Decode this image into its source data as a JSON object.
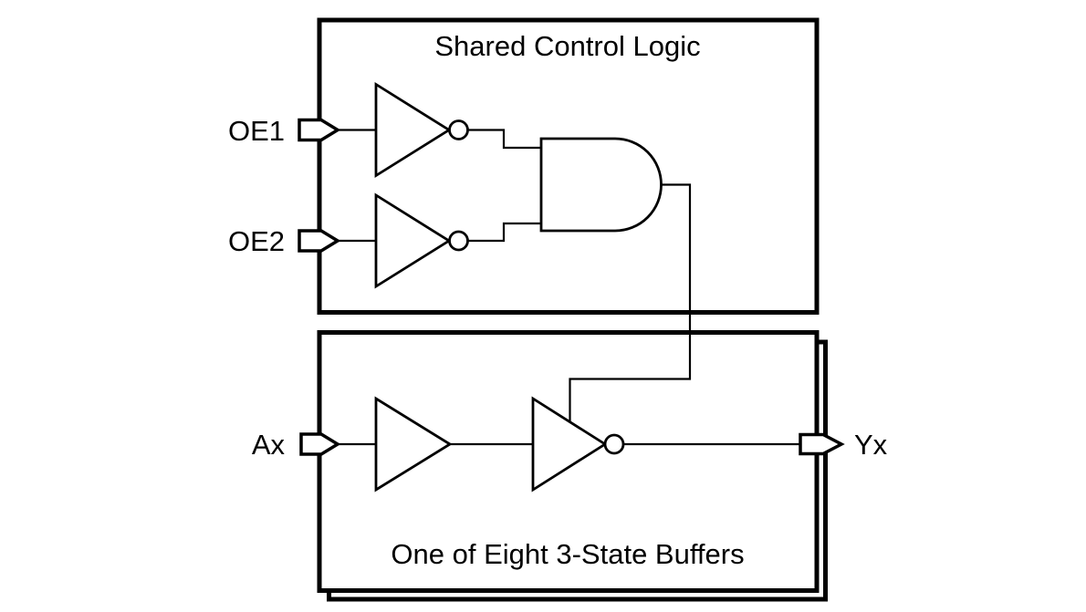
{
  "colors": {
    "line": "#000000",
    "background": "#ffffff"
  },
  "blocks": {
    "control": {
      "title": "Shared Control Logic",
      "inputs": {
        "oe1": "OE1",
        "oe2": "OE2"
      },
      "components": [
        "inverter",
        "inverter",
        "and-gate"
      ]
    },
    "buffer": {
      "title": "One of Eight 3-State Buffers",
      "input": "Ax",
      "output": "Yx",
      "components": [
        "buffer",
        "inverted-output-3-state-buffer"
      ],
      "stacked": true
    }
  }
}
